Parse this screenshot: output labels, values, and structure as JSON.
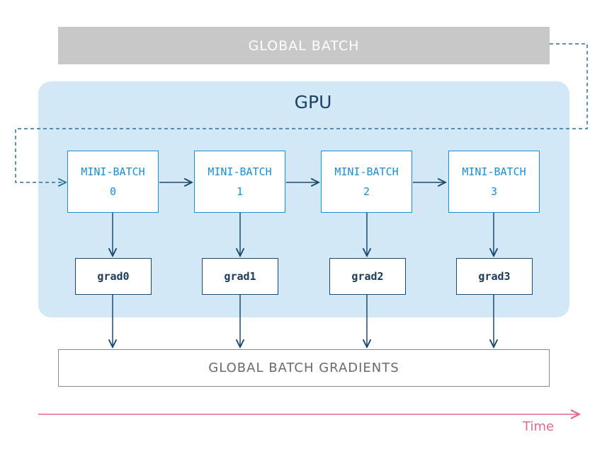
{
  "global_batch": {
    "label": "GLOBAL BATCH"
  },
  "gpu": {
    "label": "GPU"
  },
  "mini_batches": [
    {
      "label": "MINI-BATCH",
      "index": "0"
    },
    {
      "label": "MINI-BATCH",
      "index": "1"
    },
    {
      "label": "MINI-BATCH",
      "index": "2"
    },
    {
      "label": "MINI-BATCH",
      "index": "3"
    }
  ],
  "grads": [
    {
      "label": "grad0"
    },
    {
      "label": "grad1"
    },
    {
      "label": "grad2"
    },
    {
      "label": "grad3"
    }
  ],
  "global_gradients": {
    "label": "GLOBAL BATCH GRADIENTS"
  },
  "time_axis": {
    "label": "Time"
  },
  "colors": {
    "global_batch_fill": "#c8c8c8",
    "gpu_fill": "#d2e8f7",
    "mini_batch_border": "#1a8ed3",
    "grad_border": "#1b4a70",
    "arrow": "#1b4a70",
    "dashed_flow": "#2e6f9e",
    "time_arrow": "#e2688d"
  }
}
